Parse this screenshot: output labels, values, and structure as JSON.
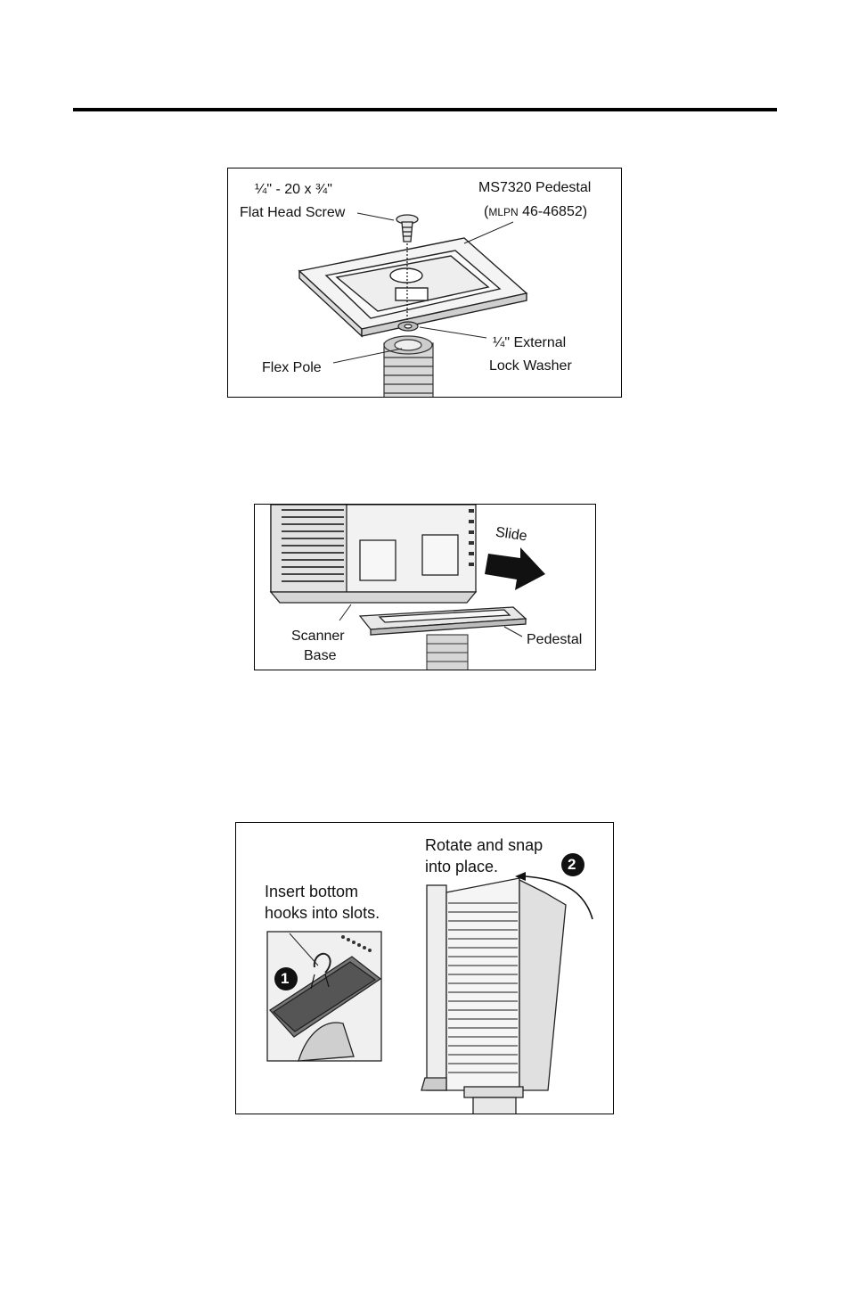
{
  "figure1": {
    "screw_size": "¼\" - 20 x ¾\"",
    "screw_name": "Flat Head Screw",
    "pedestal_name": "MS7320 Pedestal",
    "pedestal_mlpn_prefix": "(",
    "pedestal_mlpn_label": "MLPN",
    "pedestal_mlpn_number": " 46-46852)",
    "washer_size": "¼\" External",
    "washer_name": "Lock Washer",
    "pole_name": "Flex Pole"
  },
  "figure2": {
    "slide_label": "Slide",
    "scanner_base_line1": "Scanner",
    "scanner_base_line2": "Base",
    "pedestal_label": "Pedestal"
  },
  "figure3": {
    "step2_line1": "Rotate and snap",
    "step2_line2": "into place.",
    "step1_line1": "Insert bottom",
    "step1_line2": "hooks into slots.",
    "step1_number": "1",
    "step2_number": "2"
  }
}
